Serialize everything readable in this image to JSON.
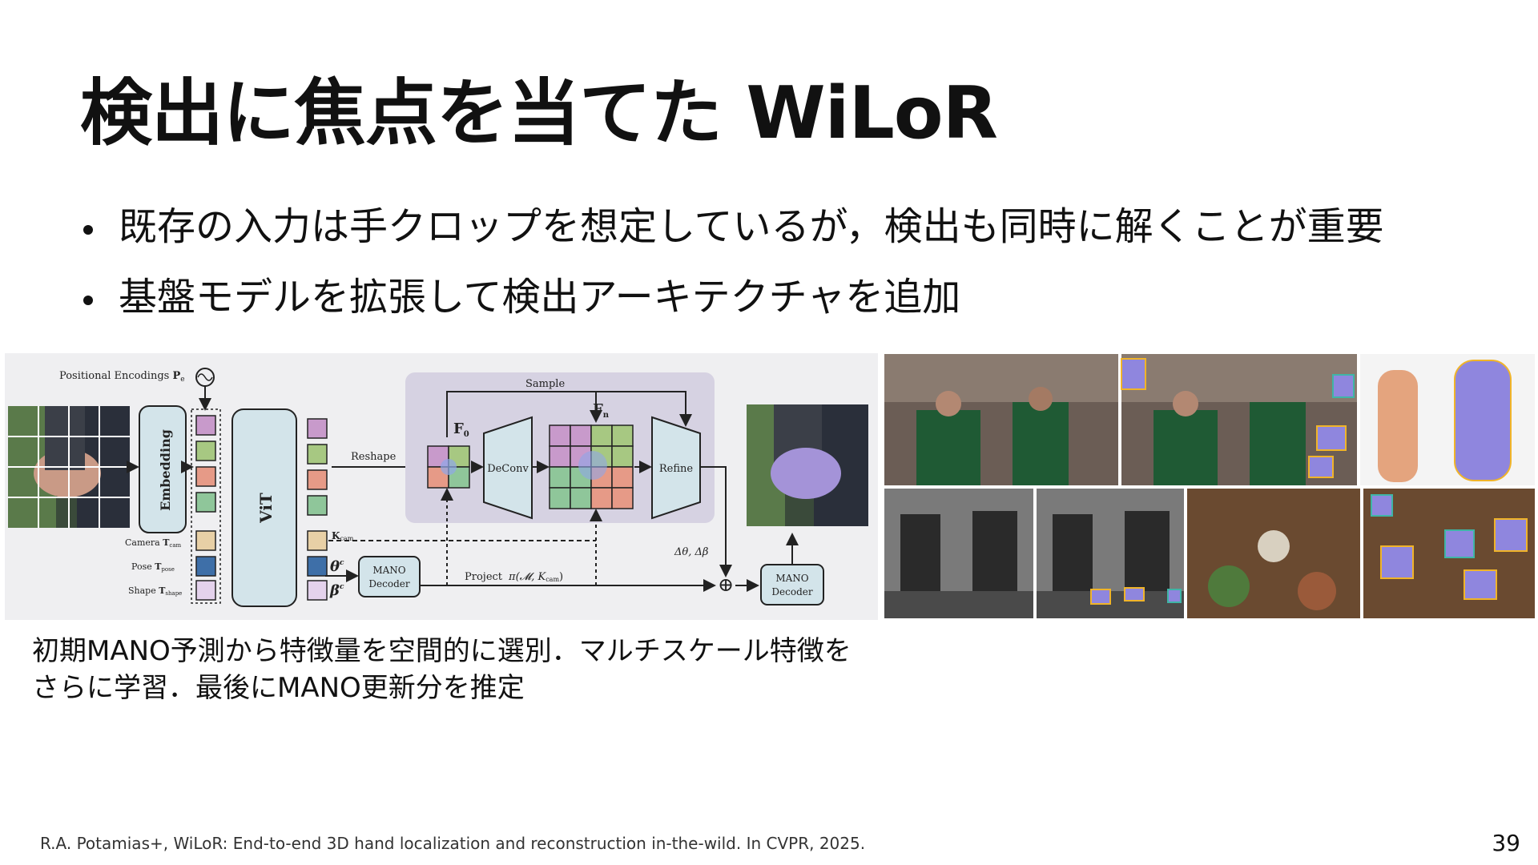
{
  "slide": {
    "title": "検出に焦点を当てた WiLoR",
    "bullets": [
      "既存の入力は手クロップを想定しているが，検出も同時に解くことが重要",
      "基盤モデルを拡張して検出アーキテクチャを追加"
    ],
    "caption": "初期MANO予測から特徴量を空間的に選別．マルチスケール特徴をさらに学習．最後にMANO更新分を推定",
    "reference": "R.A. Potamias+, WiLoR: End-to-end 3D hand localization and reconstruction in-the-wild. In CVPR, 2025.",
    "page_number": "39"
  },
  "diagram": {
    "positional_encodings": "Positional Encodings",
    "pe_symbol": "P",
    "pe_sub": "e",
    "embedding": "Embedding",
    "vit": "ViT",
    "camera": "Camera",
    "camera_sym": "T",
    "camera_sub": "cam",
    "pose": "Pose",
    "pose_sym": "T",
    "pose_sub": "pose",
    "shape": "Shape",
    "shape_sym": "T",
    "shape_sub": "shape",
    "reshape": "Reshape",
    "sample": "Sample",
    "f0": "F",
    "f0_sub": "0",
    "fn": "F",
    "fn_sub": "n",
    "deconv": "DeConv",
    "refine": "Refine",
    "kcam": "K",
    "kcam_sub": "cam",
    "theta": "θ",
    "theta_sup": "c",
    "beta": "β",
    "beta_sup": "c",
    "mano_decoder_line1": "MANO",
    "mano_decoder_line2": "Decoder",
    "project": "Project",
    "project_formula": "π(𝓜, K",
    "project_formula_sub": "cam",
    "project_formula_end": ")",
    "delta": "Δθ, Δβ",
    "plus": "⊕",
    "colors": {
      "purple": "#c89acb",
      "green": "#a7c882",
      "salmon": "#e69a87",
      "mint": "#8fc69a",
      "tan": "#e8d0a6",
      "blue": "#3e6fa8",
      "lavender": "#e4d2ec",
      "panel": "#d6d2e2",
      "block": "#d3e4ea"
    }
  }
}
